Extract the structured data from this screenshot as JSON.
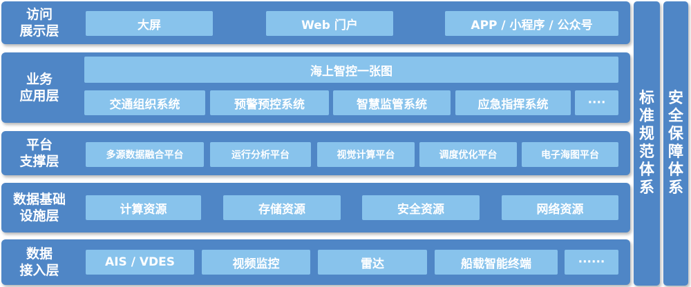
{
  "layers": {
    "display": {
      "title_line1": "访问",
      "title_line2": "展示层",
      "items": [
        "大屏",
        "Web 门户",
        "APP / 小程序 / 公众号"
      ]
    },
    "business": {
      "title_line1": "业务",
      "title_line2": "应用层",
      "banner": "海上智控一张图",
      "items": [
        "交通组织系统",
        "预警预控系统",
        "智慧监管系统",
        "应急指挥系统",
        "····"
      ]
    },
    "platform": {
      "title_line1": "平台",
      "title_line2": "支撑层",
      "items": [
        "多源数据融合平台",
        "运行分析平台",
        "视觉计算平台",
        "调度优化平台",
        "电子海图平台"
      ]
    },
    "infra": {
      "title_line1": "数据基础",
      "title_line2": "设施层",
      "items": [
        "计算资源",
        "存储资源",
        "安全资源",
        "网络资源"
      ]
    },
    "access": {
      "title_line1": "数据",
      "title_line2": "接入层",
      "items": [
        "AIS / VDES",
        "视频监控",
        "雷达",
        "船载智能终端",
        "······"
      ]
    }
  },
  "side_panels": {
    "standards": [
      "标",
      "准",
      "规",
      "范",
      "体",
      "系"
    ],
    "security": [
      "安",
      "全",
      "保",
      "障",
      "体",
      "系"
    ]
  },
  "colors": {
    "layer_bg": "#4f86c6",
    "cell_bg": "#88c3ec",
    "text": "#ffffff"
  }
}
